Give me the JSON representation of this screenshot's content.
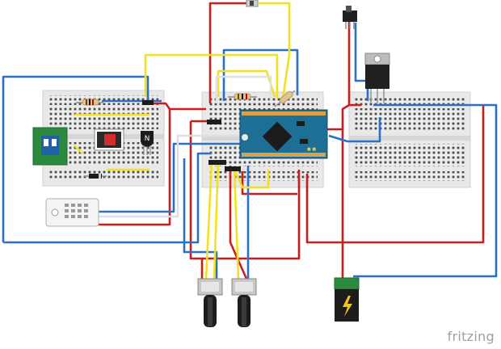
{
  "brand": "fritzing",
  "components": {
    "breadboards": [
      "left-breadboard",
      "middle-breadboard",
      "right-breadboard"
    ],
    "parts": [
      {
        "name": "arduino-pro-mini",
        "color": "#1e6f96"
      },
      {
        "name": "dip-switch",
        "color": "#2b8a3e"
      },
      {
        "name": "relay",
        "color": "#ffffff"
      },
      {
        "name": "npn-transistor",
        "label": "N"
      },
      {
        "name": "dht22-sensor",
        "color": "#f2f2f2"
      },
      {
        "name": "voltage-regulator",
        "color": "#202020"
      },
      {
        "name": "slide-switch",
        "color": "#202020"
      },
      {
        "name": "potentiometer-left"
      },
      {
        "name": "potentiometer-right"
      },
      {
        "name": "dc-power-jack",
        "color": "#2b8a3e"
      }
    ]
  },
  "wire_colors": {
    "red": "#cc1d1d",
    "blue": "#2a70c9",
    "yellow": "#f2e21e",
    "white": "#e8e8e8"
  }
}
